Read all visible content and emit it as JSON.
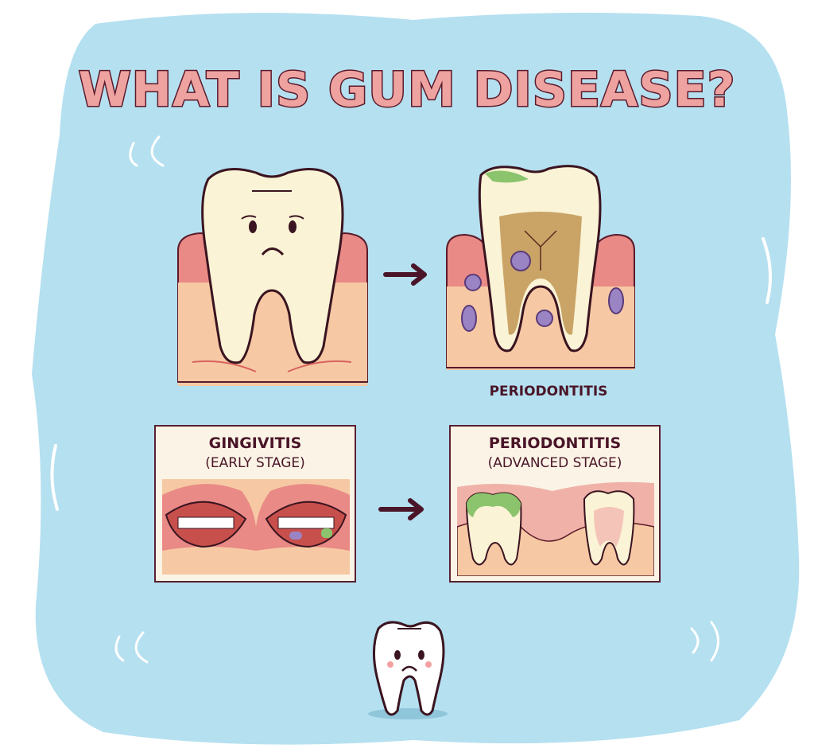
{
  "title": "WHAT IS GUM DISEASE?",
  "top_row": {
    "left_illustration": "sad-healthy-tooth-in-gum",
    "arrow": "arrow-right-icon",
    "right_illustration": "decayed-tooth-with-bacteria",
    "right_caption": "PERIODONTITIS"
  },
  "bottom_row": {
    "panels": [
      {
        "title": "GINGIVITIS",
        "subtitle": "(EARLY STAGE)"
      },
      {
        "title": "PERIODONTITIS",
        "subtitle": "(ADVANCED STAGE)"
      }
    ],
    "arrow": "arrow-right-icon"
  },
  "mascot": "sad-tooth-mascot",
  "colors": {
    "background_blob": "#b5e0f0",
    "title_fill": "#efa3a1",
    "outline": "#5a1a2a",
    "gum": "#e98a86",
    "tooth": "#fbf3d6",
    "plaque": "#8cc46e",
    "bacteria": "#9b84c4"
  }
}
